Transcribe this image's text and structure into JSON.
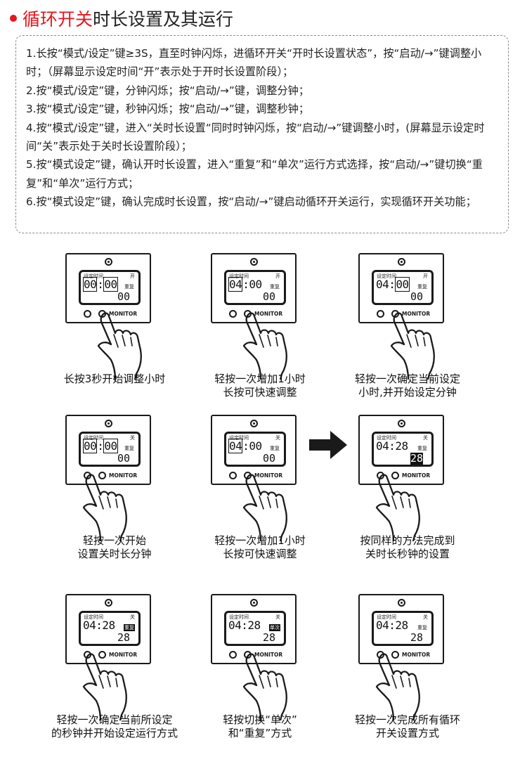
{
  "title": {
    "highlight": "循环开关",
    "rest": "时长设置及其运行"
  },
  "instructions": [
    "1.长按“模式/设定”键≥3S，直至时钟闪烁，进循环开关“开时长设置状态”，按“启动/→”键调整小时；（屏幕显示设定时间“开”表示处于开时长设置阶段）；",
    "2.按“模式/设定”键，分钟闪烁；按“启动/→”键，调整分钟；",
    "3.按“模式/设定”键，秒钟闪烁；按“启动/→”键，调整秒钟；",
    "4.按“模式/设定”键，进入“关时长设置“同时时钟闪烁，按“启动/→”键调整小时，(屏幕显示设定时间“关”表示处于关时长设置阶段）；",
    "5.按“模式设定”键，确认开时长设置，进入“重复”和“单次”运行方式选择，按“启动/→”键切换“重复”和“单次”运行方式；",
    "6.按“模式设定”键，确认完成时长设置，按“启动/→”键启动循环开关运行，实现循环开关功能；"
  ],
  "screen_label": "设定时间",
  "monitor_label": "MONITOR",
  "steps": [
    {
      "mode": "开",
      "hours": "00",
      "minutes": "00",
      "repeat": "重复",
      "seconds": "00",
      "pressed": "right",
      "caption": [
        "长按3秒开始调整小时"
      ]
    },
    {
      "mode": "开",
      "hours": "04",
      "minutes": "00",
      "repeat": "重复",
      "seconds": "00",
      "pressed": "right",
      "caption": [
        "轻按一次增加1小时",
        "长按可快速调整"
      ]
    },
    {
      "mode": "开",
      "hours": "04",
      "minutes": "00",
      "repeat": "重复",
      "seconds": "00",
      "pressed": "right",
      "caption": [
        "轻按一次确定当前设定",
        "小时,并开始设定分钟"
      ]
    },
    {
      "mode": "关",
      "hours": "00",
      "minutes": "00",
      "repeat": "重复",
      "seconds": "00",
      "pressed": "left",
      "caption": [
        "轻按一次开始",
        "设置关时长分钟"
      ]
    },
    {
      "mode": "关",
      "hours": "04",
      "minutes": "00",
      "repeat": "重复",
      "seconds": "00",
      "pressed": "right",
      "caption": [
        "轻按一次增加1小时",
        "长按可快速调整"
      ]
    },
    {
      "mode": "关",
      "hours": "04",
      "minutes": "28",
      "repeat": "重复",
      "seconds": "28",
      "pressed": "left",
      "caption": [
        "按同样的方法完成到",
        "关时长秒钟的设置"
      ]
    },
    {
      "mode": "关",
      "hours": "04",
      "minutes": "28",
      "repeat": "重复",
      "seconds": "28",
      "pressed": "left",
      "caption": [
        "轻按一次确定当前所设定",
        "的秒钟并开始设定运行方式"
      ]
    },
    {
      "mode": "关",
      "hours": "04",
      "minutes": "28",
      "repeat": "单次",
      "seconds": "28",
      "pressed": "right",
      "caption": [
        "轻按切换“单次”",
        "和“重复”方式"
      ]
    },
    {
      "mode": "关",
      "hours": "04",
      "minutes": "28",
      "repeat": "重复",
      "seconds": "28",
      "pressed": "left",
      "caption": [
        "轻按一次完成所有循环",
        "开关设置方式"
      ]
    }
  ],
  "colors": {
    "accent": "#e5161d",
    "text": "#222222",
    "border": "#8a8a8a"
  },
  "icons": [
    "arrow-right-icon",
    "pointing-hand-icon",
    "knob-icon"
  ]
}
